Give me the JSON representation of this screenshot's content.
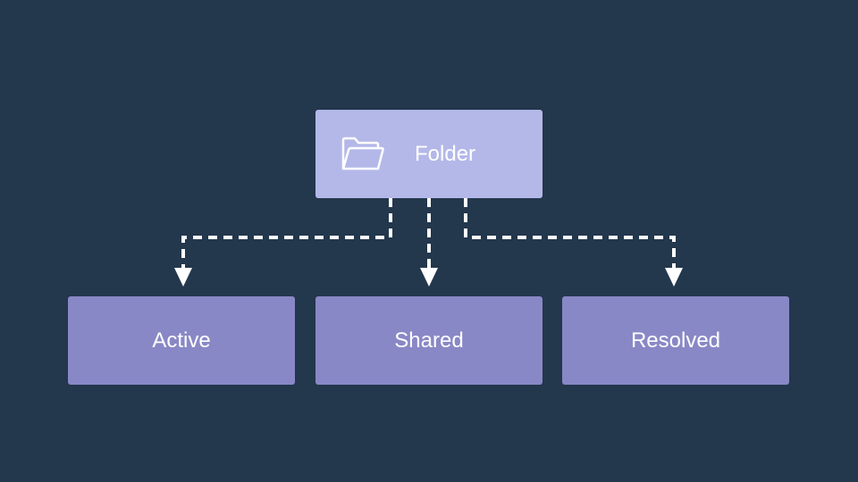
{
  "colors": {
    "background": "#23374d",
    "root_fill": "#b4b8e8",
    "child_fill": "#8988c6",
    "connector": "#ffffff"
  },
  "diagram": {
    "root": {
      "label": "Folder",
      "icon": "folder-icon"
    },
    "children": [
      {
        "label": "Active"
      },
      {
        "label": "Shared"
      },
      {
        "label": "Resolved"
      }
    ]
  }
}
